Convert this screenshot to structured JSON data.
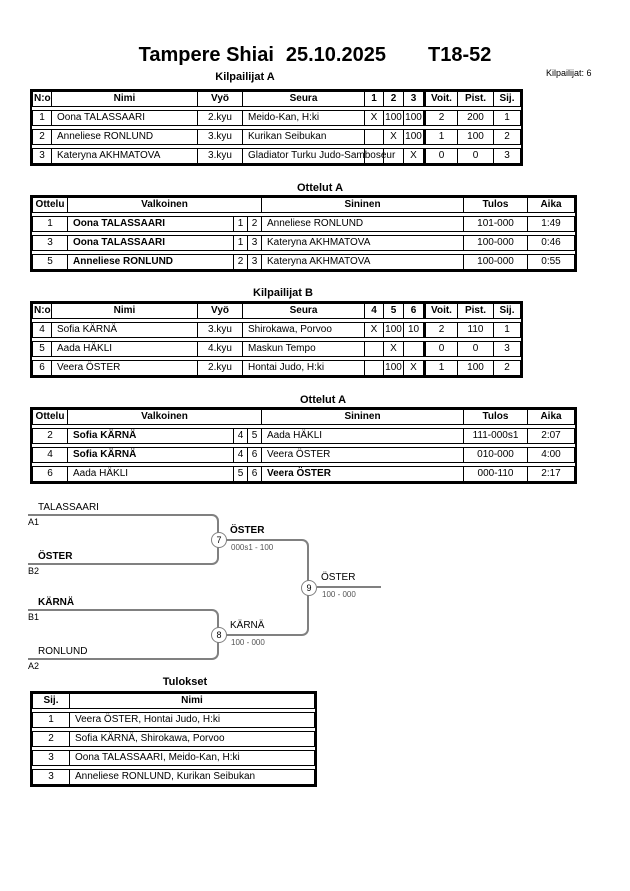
{
  "colors": {
    "table_border": "#000000",
    "bracket_line": "#808080",
    "score_text": "#555555"
  },
  "header": {
    "title": "Tampere Shiai",
    "date": "25.10.2025",
    "category": "T18-52",
    "competitors_note": "Kilpailijat: 6"
  },
  "pool_a": {
    "title": "Kilpailijat A",
    "columns": [
      "N:o",
      "Nimi",
      "Vyö",
      "Seura",
      "1",
      "2",
      "3",
      "Voit.",
      "Pist.",
      "Sij."
    ],
    "rows": [
      {
        "no": "1",
        "name": "Oona TALASSAARI",
        "belt": "2.kyu",
        "club": "Meido-Kan, H:ki",
        "g1": "X",
        "g2": "100",
        "g3": "100",
        "wins": "2",
        "points": "200",
        "place": "1"
      },
      {
        "no": "2",
        "name": "Anneliese RONLUND",
        "belt": "3.kyu",
        "club": "Kurikan Seibukan",
        "g1": "",
        "g2": "X",
        "g3": "100",
        "wins": "1",
        "points": "100",
        "place": "2"
      },
      {
        "no": "3",
        "name": "Kateryna AKHMATOVA",
        "belt": "3.kyu",
        "club": "Gladiator Turku Judo-Samboseur",
        "g1": "",
        "g2": "",
        "g3": "X",
        "wins": "0",
        "points": "0",
        "place": "3"
      }
    ]
  },
  "matches_a": {
    "title": "Ottelut A",
    "columns": {
      "match": "Ottelu",
      "white": "Valkoinen",
      "blue": "Sininen",
      "result": "Tulos",
      "time": "Aika"
    },
    "rows": [
      {
        "no": "1",
        "white": "Oona TALASSAARI",
        "white_no": "1",
        "blue_no": "2",
        "blue": "Anneliese RONLUND",
        "result": "101-000",
        "time": "1:49",
        "winner": "white"
      },
      {
        "no": "3",
        "white": "Oona TALASSAARI",
        "white_no": "1",
        "blue_no": "3",
        "blue": "Kateryna AKHMATOVA",
        "result": "100-000",
        "time": "0:46",
        "winner": "white"
      },
      {
        "no": "5",
        "white": "Anneliese RONLUND",
        "white_no": "2",
        "blue_no": "3",
        "blue": "Kateryna AKHMATOVA",
        "result": "100-000",
        "time": "0:55",
        "winner": "white"
      }
    ]
  },
  "pool_b": {
    "title": "Kilpailijat B",
    "columns": [
      "N:o",
      "Nimi",
      "Vyö",
      "Seura",
      "4",
      "5",
      "6",
      "Voit.",
      "Pist.",
      "Sij."
    ],
    "rows": [
      {
        "no": "4",
        "name": "Sofia KÄRNÄ",
        "belt": "3.kyu",
        "club": "Shirokawa, Porvoo",
        "g1": "X",
        "g2": "100",
        "g3": "10",
        "wins": "2",
        "points": "110",
        "place": "1"
      },
      {
        "no": "5",
        "name": "Aada HÄKLI",
        "belt": "4.kyu",
        "club": "Maskun Tempo",
        "g1": "",
        "g2": "X",
        "g3": "",
        "wins": "0",
        "points": "0",
        "place": "3"
      },
      {
        "no": "6",
        "name": "Veera ÖSTER",
        "belt": "2.kyu",
        "club": "Hontai Judo, H:ki",
        "g1": "",
        "g2": "100",
        "g3": "X",
        "wins": "1",
        "points": "100",
        "place": "2"
      }
    ]
  },
  "matches_b": {
    "title": "Ottelut A",
    "columns": {
      "match": "Ottelu",
      "white": "Valkoinen",
      "blue": "Sininen",
      "result": "Tulos",
      "time": "Aika"
    },
    "rows": [
      {
        "no": "2",
        "white": "Sofia KÄRNÄ",
        "white_no": "4",
        "blue_no": "5",
        "blue": "Aada HÄKLI",
        "result": "111-000s1",
        "time": "2:07",
        "winner": "white"
      },
      {
        "no": "4",
        "white": "Sofia KÄRNÄ",
        "white_no": "4",
        "blue_no": "6",
        "blue": "Veera ÖSTER",
        "result": "010-000",
        "time": "4:00",
        "winner": "white"
      },
      {
        "no": "6",
        "white": "Aada HÄKLI",
        "white_no": "5",
        "blue_no": "6",
        "blue": "Veera ÖSTER",
        "result": "000-110",
        "time": "2:17",
        "winner": "blue"
      }
    ]
  },
  "bracket": {
    "slots": [
      {
        "name": "TALASSAARI",
        "code": "A1"
      },
      {
        "name": "ÖSTER",
        "code": "B2"
      },
      {
        "name": "KÄRNÄ",
        "code": "B1"
      },
      {
        "name": "RONLUND",
        "code": "A2"
      }
    ],
    "matches": [
      {
        "no": "7",
        "winner": "ÖSTER",
        "score": "000s1 - 100"
      },
      {
        "no": "8",
        "winner": "KÄRNÄ",
        "score": "100 - 000"
      },
      {
        "no": "9",
        "winner": "ÖSTER",
        "score": "100 - 000"
      }
    ]
  },
  "results": {
    "title": "Tulokset",
    "columns": [
      "Sij.",
      "Nimi"
    ],
    "rows": [
      {
        "place": "1",
        "name": "Veera ÖSTER, Hontai Judo, H:ki"
      },
      {
        "place": "2",
        "name": "Sofia KÄRNÄ, Shirokawa, Porvoo"
      },
      {
        "place": "3",
        "name": "Oona TALASSAARI, Meido-Kan, H:ki"
      },
      {
        "place": "3",
        "name": "Anneliese RONLUND, Kurikan Seibukan"
      }
    ]
  }
}
